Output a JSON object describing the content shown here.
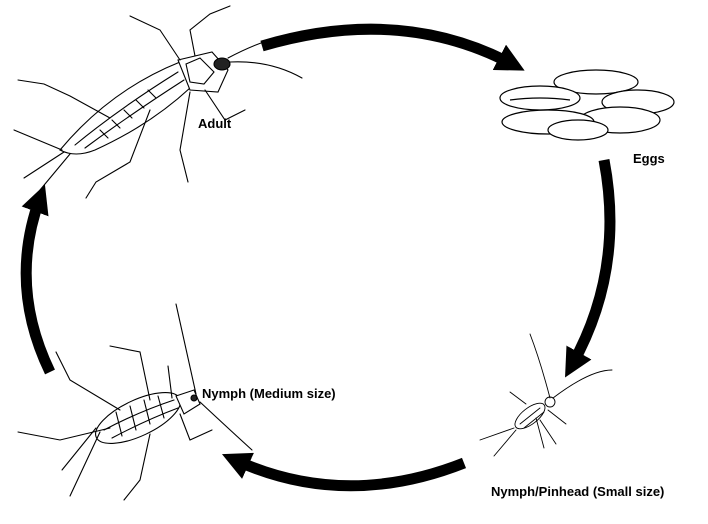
{
  "stages": {
    "adult": "Adult",
    "eggs": "Eggs",
    "nymph_small": "Nymph/Pinhead (Small size)",
    "nymph_medium": "Nymph (Medium size)"
  },
  "colors": {
    "line": "#000000",
    "egg_fill": "#ffffff",
    "arrow": "#000000"
  }
}
